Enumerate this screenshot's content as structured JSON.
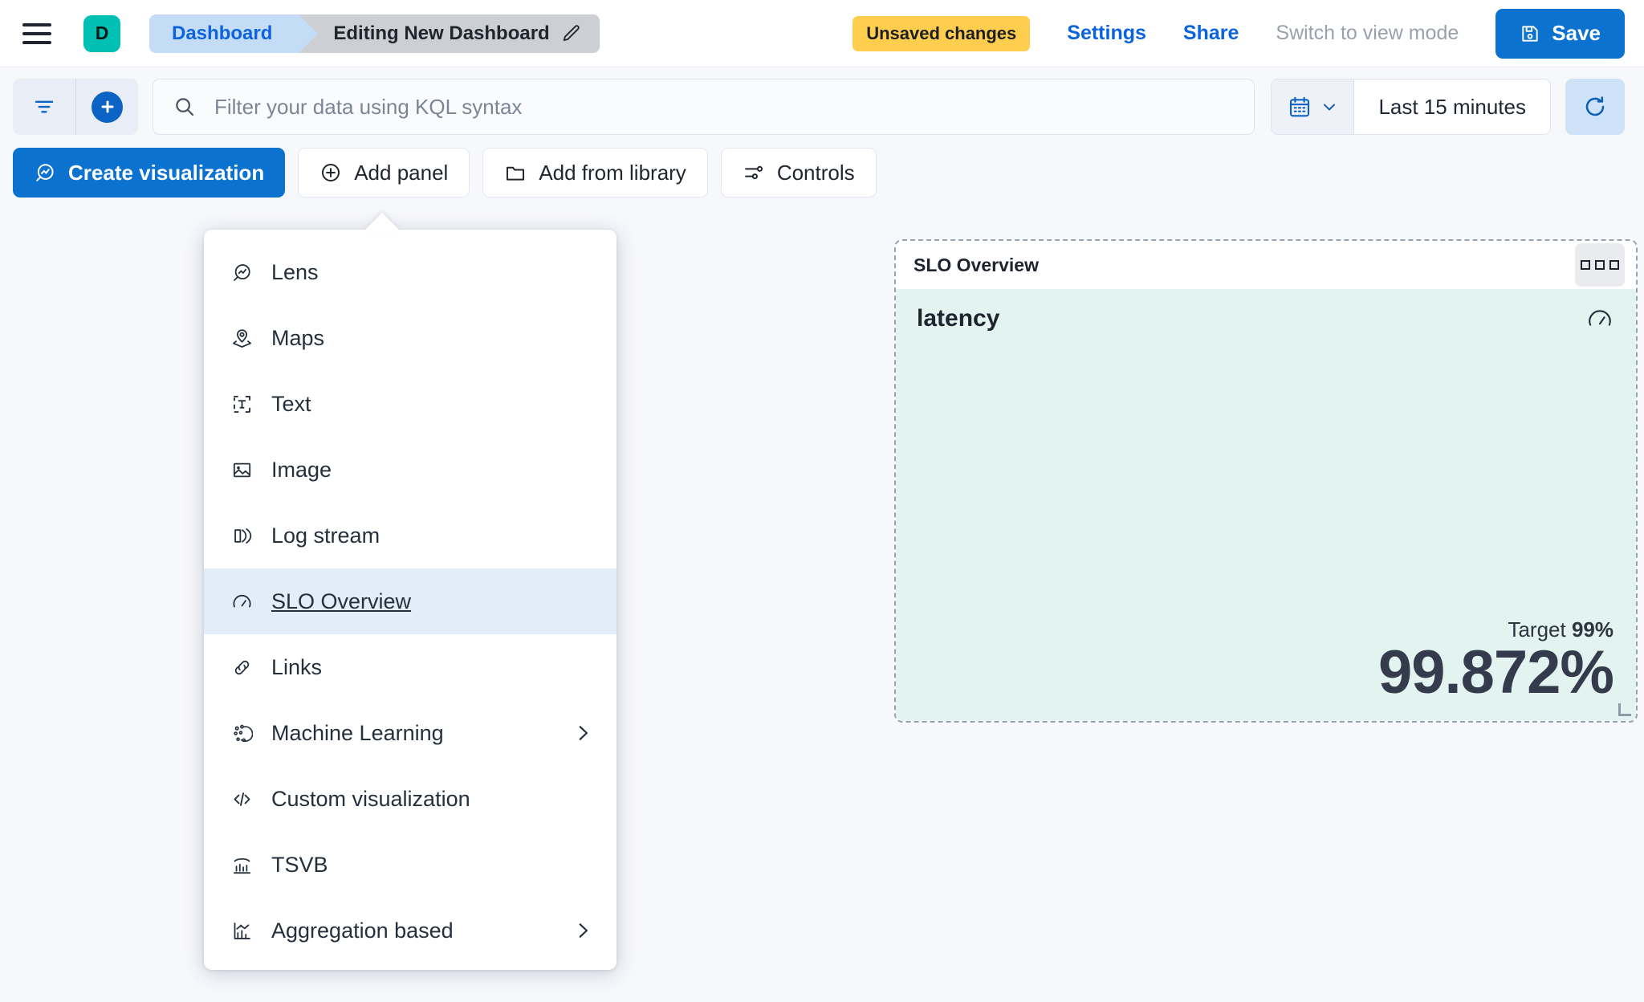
{
  "header": {
    "menu_icon": "hamburger-icon",
    "space_initial": "D",
    "breadcrumb": {
      "parent": "Dashboard",
      "current": "Editing New Dashboard",
      "edit_icon": "pencil-icon"
    },
    "unsaved_badge": "Unsaved changes",
    "settings_link": "Settings",
    "share_link": "Share",
    "view_mode_link": "Switch to view mode",
    "save_label": "Save",
    "save_icon": "floppy-disk-icon",
    "colors": {
      "primary": "#0b73cf",
      "warning": "#ffce4f",
      "space_avatar": "#00bfb3",
      "breadcrumb_parent": "#c5dcf7",
      "breadcrumb_current": "#cccfd4"
    }
  },
  "query_bar": {
    "filter_icon": "filter-icon",
    "add_filter_icon": "plus-circle-icon",
    "search_icon": "search-icon",
    "search_placeholder": "Filter your data using KQL syntax",
    "search_value": "",
    "calendar_icon": "calendar-icon",
    "calendar_chevron_icon": "chevron-down-icon",
    "time_range": "Last 15 minutes",
    "refresh_icon": "refresh-icon"
  },
  "toolbar": {
    "buttons": [
      {
        "label": "Create visualization",
        "icon": "lens-icon",
        "style": "primary"
      },
      {
        "label": "Add panel",
        "icon": "plus-circle-outline-icon",
        "style": "ghost"
      },
      {
        "label": "Add from library",
        "icon": "folder-icon",
        "style": "ghost"
      },
      {
        "label": "Controls",
        "icon": "controls-icon",
        "style": "ghost"
      }
    ]
  },
  "add_panel_menu": {
    "items": [
      {
        "label": "Lens",
        "icon": "lens-icon",
        "selected": false,
        "submenu": false
      },
      {
        "label": "Maps",
        "icon": "map-marker-icon",
        "selected": false,
        "submenu": false
      },
      {
        "label": "Text",
        "icon": "text-box-icon",
        "selected": false,
        "submenu": false
      },
      {
        "label": "Image",
        "icon": "image-icon",
        "selected": false,
        "submenu": false
      },
      {
        "label": "Log stream",
        "icon": "log-stream-icon",
        "selected": false,
        "submenu": false
      },
      {
        "label": "SLO Overview",
        "icon": "gauge-icon",
        "selected": true,
        "submenu": false
      },
      {
        "label": "Links",
        "icon": "link-icon",
        "selected": false,
        "submenu": false
      },
      {
        "label": "Machine Learning",
        "icon": "machine-learning-icon",
        "selected": false,
        "submenu": true
      },
      {
        "label": "Custom visualization",
        "icon": "code-icon",
        "selected": false,
        "submenu": false
      },
      {
        "label": "TSVB",
        "icon": "tsvb-icon",
        "selected": false,
        "submenu": false
      },
      {
        "label": "Aggregation based",
        "icon": "aggregation-icon",
        "selected": false,
        "submenu": true
      }
    ]
  },
  "slo_panel": {
    "title": "SLO Overview",
    "menu_icon": "panel-context-menu-icon",
    "slo_name": "latency",
    "gauge_icon": "gauge-icon",
    "target_label": "Target",
    "target_value": "99%",
    "sli_value": "99.872%",
    "background_color": "#e2f3f0"
  }
}
